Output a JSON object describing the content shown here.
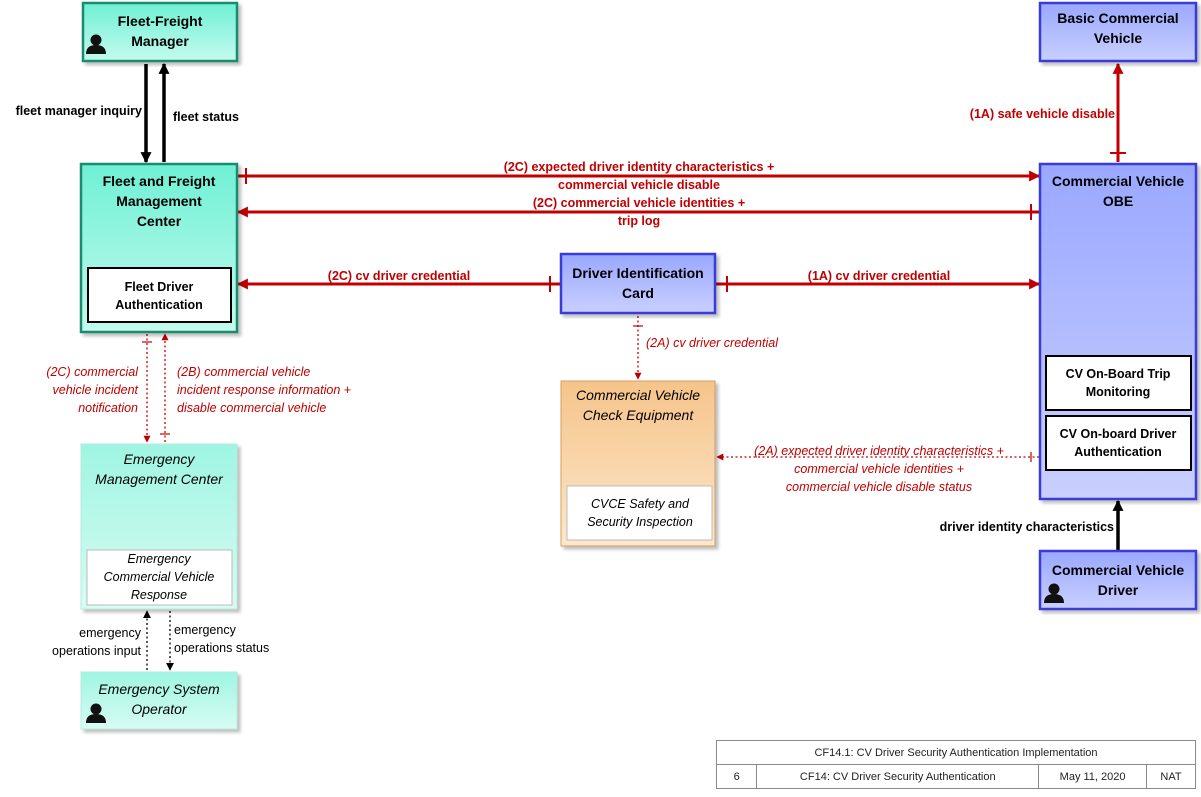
{
  "nodes": {
    "fleet_freight_manager": "Fleet-Freight\nManager",
    "basic_cv": "Basic Commercial\nVehicle",
    "ffmc": "Fleet and Freight\nManagement\nCenter",
    "fleet_driver_auth": "Fleet Driver\nAuthentication",
    "cv_obe": "Commercial Vehicle\nOBE",
    "driver_id_card": "Driver Identification\nCard",
    "cv_trip_monitoring": "CV On-Board Trip\nMonitoring",
    "cv_onboard_driver_auth": "CV On-board Driver\nAuthentication",
    "cv_check_equipment": "Commercial Vehicle\nCheck Equipment",
    "cvce_safety": "CVCE Safety and\nSecurity Inspection",
    "emc": "Emergency\nManagement Center",
    "emergency_cv_response": "Emergency\nCommercial Vehicle\nResponse",
    "emergency_system_operator": "Emergency System\nOperator",
    "cv_driver": "Commercial Vehicle\nDriver"
  },
  "flows": {
    "fleet_manager_inquiry": "fleet manager inquiry",
    "fleet_status": "fleet status",
    "safe_vehicle_disable": "(1A) safe vehicle disable",
    "expected_driver_id_2c": "(2C) expected driver identity characteristics +\ncommercial vehicle disable",
    "cv_identities_2c": "(2C) commercial vehicle identities +\ntrip log",
    "cv_driver_credential_2c": "(2C) cv driver credential",
    "cv_driver_credential_1a": "(1A) cv driver credential",
    "cv_driver_credential_2a": "(2A) cv driver credential",
    "cv_incident_notification_2c": "(2C) commercial\nvehicle incident\nnotification",
    "incident_response_2b": "(2B) commercial vehicle\nincident response information +\ndisable commercial vehicle",
    "expected_driver_id_2a": "(2A) expected driver identity characteristics +\ncommercial vehicle identities +\ncommercial vehicle disable status",
    "driver_identity_characteristics": "driver identity characteristics",
    "emergency_operations_input": "emergency\noperations input",
    "emergency_operations_status": "emergency\noperations status"
  },
  "footer": {
    "title": "CF14.1: CV Driver Security Authentication Implementation",
    "page": "6",
    "subtitle": "CF14: CV Driver Security Authentication",
    "date": "May 11, 2020",
    "org": "NAT"
  },
  "colors": {
    "flow_red": "#c00000",
    "center_fill": "#7ff0d8",
    "center_border": "#1a8a6e",
    "vehicle_fill": "#aab6ff",
    "vehicle_border": "#3a3ad8",
    "field_fill": "#f8c890",
    "field_border": "#d6a060"
  }
}
